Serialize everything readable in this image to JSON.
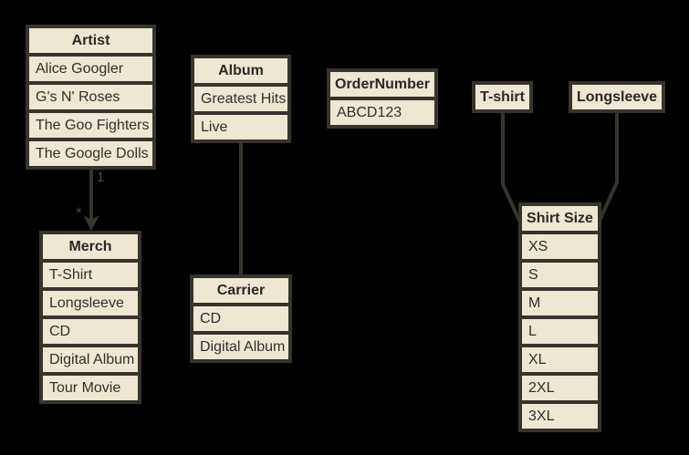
{
  "diagram": {
    "type": "entity-relationship sketch",
    "colors": {
      "background": "#000000",
      "box_fill": "#ede7d3",
      "box_border": "#37342d",
      "text": "#2b2924",
      "connector": "#37342d",
      "multiplicity_label": "#4d4a43"
    }
  },
  "entities": {
    "artist": {
      "title": "Artist",
      "rows": [
        "Alice Googler",
        "G's N' Roses",
        "The Goo Fighters",
        "The Google Dolls"
      ]
    },
    "merch": {
      "title": "Merch",
      "rows": [
        "T-Shirt",
        "Longsleeve",
        "CD",
        "Digital Album",
        "Tour Movie"
      ]
    },
    "album": {
      "title": "Album",
      "rows": [
        "Greatest Hits",
        "Live"
      ]
    },
    "carrier": {
      "title": "Carrier",
      "rows": [
        "CD",
        "Digital Album"
      ]
    },
    "order_number": {
      "title": "OrderNumber",
      "rows": [
        "ABCD123"
      ]
    },
    "tshirt": {
      "title": "T-shirt",
      "rows": []
    },
    "longsleeve": {
      "title": "Longsleeve",
      "rows": []
    },
    "shirt_size": {
      "title": "Shirt Size",
      "rows": [
        "XS",
        "S",
        "M",
        "L",
        "XL",
        "2XL",
        "3XL"
      ]
    }
  },
  "connectors": {
    "artist_merch": {
      "from": "Artist",
      "to": "Merch",
      "source_label": "1",
      "target_label": "*",
      "arrowhead": "filled-down-arrow"
    },
    "album_carrier": {
      "from": "Album",
      "to": "Carrier"
    },
    "tshirt_shirt_size": {
      "from": "T-shirt",
      "to": "Shirt Size"
    },
    "longsleeve_shirt_size": {
      "from": "Longsleeve",
      "to": "Shirt Size"
    }
  }
}
